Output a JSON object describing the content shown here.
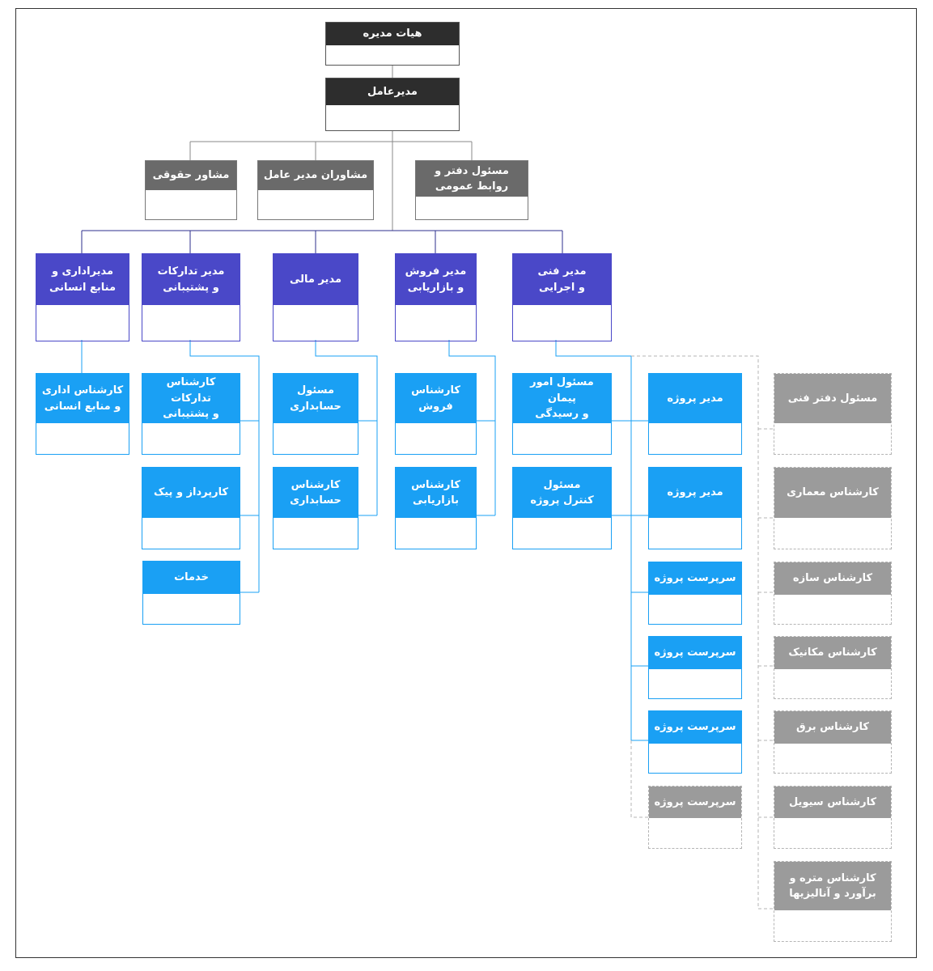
{
  "board": "هیات مدیره",
  "ceo": "مدیرعامل",
  "advisors": [
    "مشاور حقوقی",
    "مشاوران مدیر عامل",
    "مسئول دفتر و\nروابط عمومی"
  ],
  "managers": [
    "مدیراداری و\nمنابع انسانی",
    "مدیر تدارکات\nو پشتیبانی",
    "مدیر مالی",
    "مدیر فروش\nو بازاریابی",
    "مدیر فنی\nو اجرایی"
  ],
  "hr_staff": [
    "کارشناس اداری\nو منابع انسانی"
  ],
  "procurement_staff": [
    "کارشناس تدارکات\nو پشتیبانی",
    "کارپرداز و پیک",
    "خدمات"
  ],
  "finance_staff": [
    "مسئول\nحسابداری",
    "کارشناس\nحسابداری"
  ],
  "sales_staff": [
    "کارشناس\nفروش",
    "کارشناس\nبازاریابی"
  ],
  "technical_staff": [
    "مسئول امور پیمان\nو رسیدگی",
    "مسئول\nکنترل پروژه"
  ],
  "projects": [
    "مدیر پروژه",
    "مدیر پروژه",
    "سرپرست پروژه",
    "سرپرست پروژه",
    "سرپرست پروژه",
    "سرپرست پروژه"
  ],
  "experts": [
    "مسئول دفتر فنی",
    "کارشناس معماری",
    "کارشناس سازه",
    "کارشناس مکانیک",
    "کارشناس برق",
    "کارشناس سیویل",
    "کارشناس متره و\nبرآورد و آنالیزیها"
  ],
  "colors": {
    "executive": "#2d2d2d",
    "advisor": "#6a6a6a",
    "manager": "#4a48c8",
    "staff": "#1aa0f4",
    "optional": "#9b9b9b",
    "manager_line": "#2c2f8c",
    "staff_line": "#1aa0f4",
    "optional_line": "#b5b5b5"
  }
}
